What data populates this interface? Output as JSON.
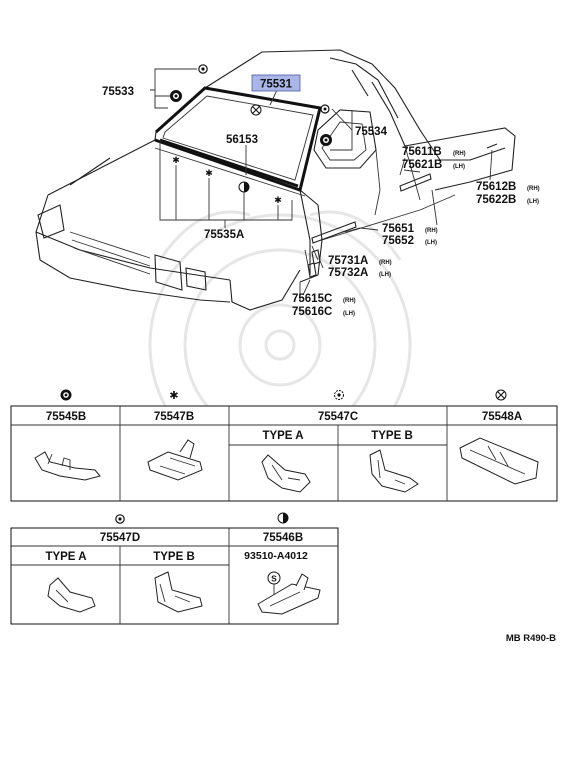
{
  "diagram": {
    "callouts": {
      "p75533": "75533",
      "p75531": "75531",
      "p56153": "56153",
      "p75534": "75534",
      "p75611B": "75611B",
      "p75611B_side": "(RH)",
      "p75621B": "75621B",
      "p75621B_side": "(LH)",
      "p75612B": "75612B",
      "p75612B_side": "(RH)",
      "p75622B": "75622B",
      "p75622B_side": "(LH)",
      "p75535A": "75535A",
      "p75651": "75651",
      "p75651_side": "(RH)",
      "p75652": "75652",
      "p75652_side": "(LH)",
      "p75731A": "75731A",
      "p75731A_side": "(RH)",
      "p75732A": "75732A",
      "p75732A_side": "(LH)",
      "p75615C": "75615C",
      "p75615C_side": "(RH)",
      "p75616C": "75616C",
      "p75616C_side": "(LH)"
    },
    "clip_table_1": {
      "c75545B": "75545B",
      "c75547B": "75547B",
      "c75547C": "75547C",
      "c75547C_typeA": "TYPE A",
      "c75547C_typeB": "TYPE B",
      "c75548A": "75548A"
    },
    "clip_table_2": {
      "c75547D": "75547D",
      "c75547D_typeA": "TYPE A",
      "c75547D_typeB": "TYPE B",
      "c75546B": "75546B",
      "screw_no": "93510-A4012",
      "screw_symbol": "S"
    },
    "drawing_code": "MB R490-B",
    "highlight_color": "#aab6e8"
  }
}
